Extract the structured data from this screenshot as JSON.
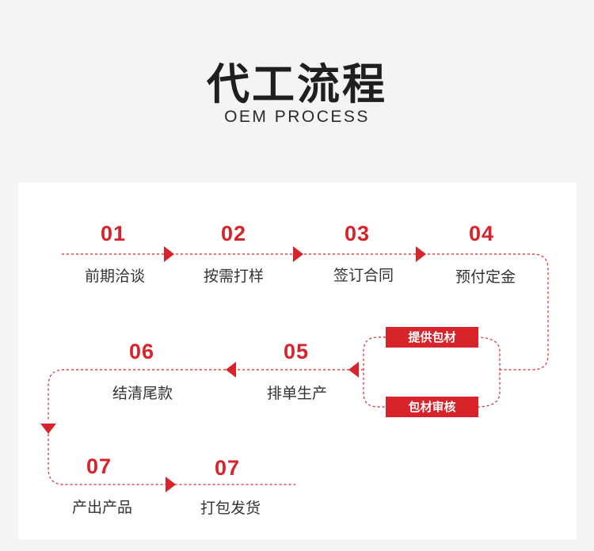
{
  "header": {
    "title": "代工流程",
    "subtitle": "OEM PROCESS"
  },
  "colors": {
    "accent": "#d8232a",
    "background": "#f5f4f4",
    "card": "#ffffff"
  },
  "steps": [
    {
      "number": "01",
      "label": "前期洽谈"
    },
    {
      "number": "02",
      "label": "按需打样"
    },
    {
      "number": "03",
      "label": "签订合同"
    },
    {
      "number": "04",
      "label": "预付定金"
    },
    {
      "number": "05",
      "label": "排单生产"
    },
    {
      "number": "06",
      "label": "结清尾款"
    },
    {
      "number": "07",
      "label": "产出产品"
    },
    {
      "number": "07",
      "label": "打包发货"
    }
  ],
  "packaging_loop": {
    "top_tag": "提供包材",
    "bottom_tag": "包材审核"
  }
}
